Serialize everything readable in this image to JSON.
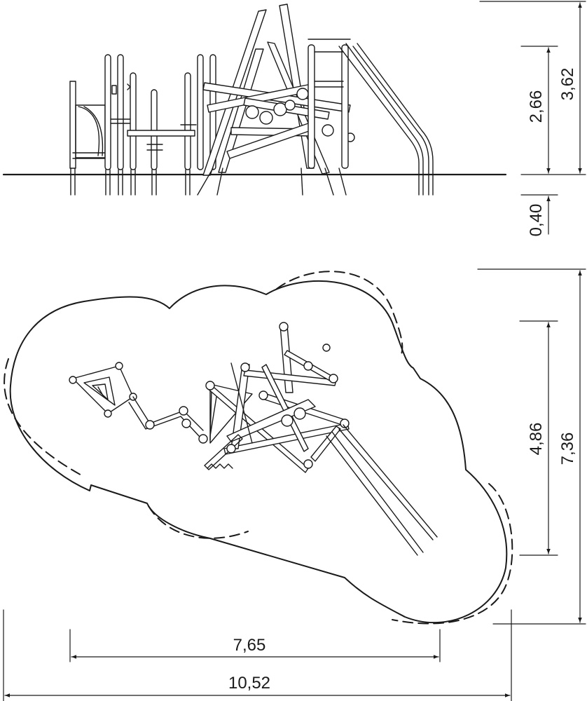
{
  "dimensions": {
    "elevation_height_platform": "2,66",
    "elevation_height_total": "3,62",
    "foundation_depth": "0,40",
    "plan_depth_equipment": "4,86",
    "plan_depth_safety_zone": "7,36",
    "plan_width_equipment": "7,65",
    "plan_width_safety_zone": "10,52"
  },
  "colors": {
    "line": "#1a1a1a",
    "background": "#ffffff"
  }
}
